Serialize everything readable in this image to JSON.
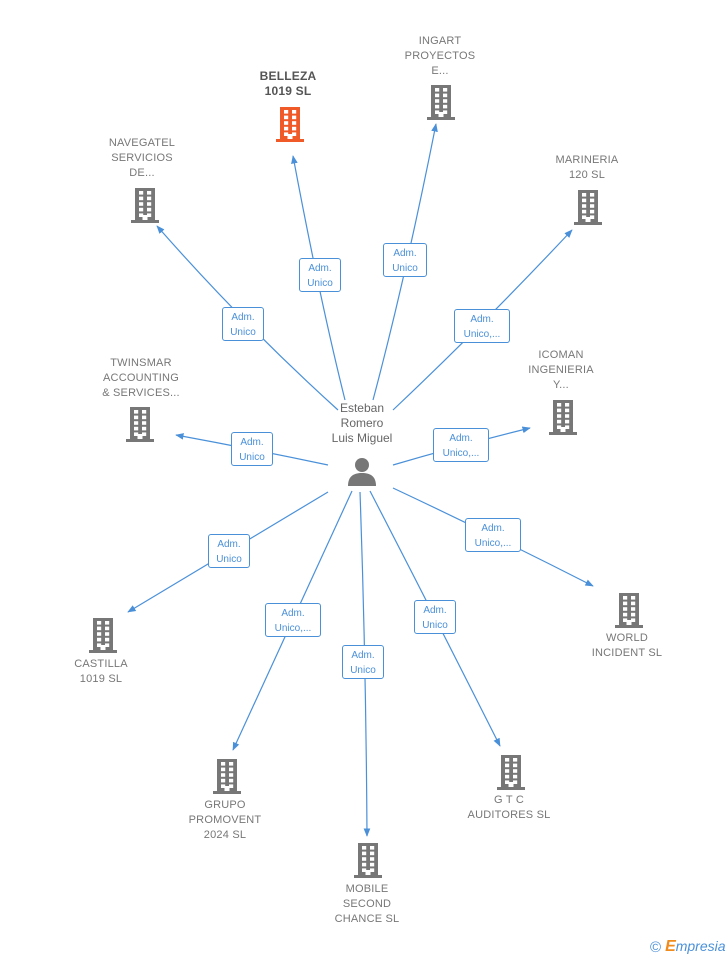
{
  "center": {
    "label": "Esteban\nRomero\nLuis Miguel",
    "icon": "person-icon"
  },
  "colors": {
    "edge": "#4a90d9",
    "building": "#777777",
    "building_highlight": "#f05a28"
  },
  "nodes": [
    {
      "id": "belleza",
      "label": "BELLEZA\n1019  SL",
      "role": "Adm.\nUnico",
      "highlight": true
    },
    {
      "id": "ingart",
      "label": "INGART\nPROYECTOS\nE...",
      "role": "Adm.\nUnico",
      "highlight": false
    },
    {
      "id": "marineria",
      "label": "MARINERIA\n120  SL",
      "role": "Adm.\nUnico,...",
      "highlight": false
    },
    {
      "id": "icoman",
      "label": "ICOMAN\nINGENIERIA\nY...",
      "role": "Adm.\nUnico,...",
      "highlight": false
    },
    {
      "id": "world",
      "label": "WORLD\nINCIDENT SL",
      "role": "Adm.\nUnico,...",
      "highlight": false
    },
    {
      "id": "gtc",
      "label": "G T C\nAUDITORES SL",
      "role": "Adm.\nUnico",
      "highlight": false
    },
    {
      "id": "mobile",
      "label": "MOBILE\nSECOND\nCHANCE  SL",
      "role": "Adm.\nUnico",
      "highlight": false
    },
    {
      "id": "grupo",
      "label": "GRUPO\nPROMOVENT\n2024  SL",
      "role": "Adm.\nUnico,...",
      "highlight": false
    },
    {
      "id": "castilla",
      "label": "CASTILLA\n1019  SL",
      "role": "Adm.\nUnico",
      "highlight": false
    },
    {
      "id": "twinsmar",
      "label": "TWINSMAR\nACCOUNTING\n& SERVICES...",
      "role": "Adm.\nUnico",
      "highlight": false
    },
    {
      "id": "navegatel",
      "label": "NAVEGATEL\nSERVICIOS\nDE...",
      "role": "Adm.\nUnico",
      "highlight": false
    }
  ],
  "brand": {
    "copyright": "©",
    "name": "mpresia",
    "initial": "E"
  }
}
